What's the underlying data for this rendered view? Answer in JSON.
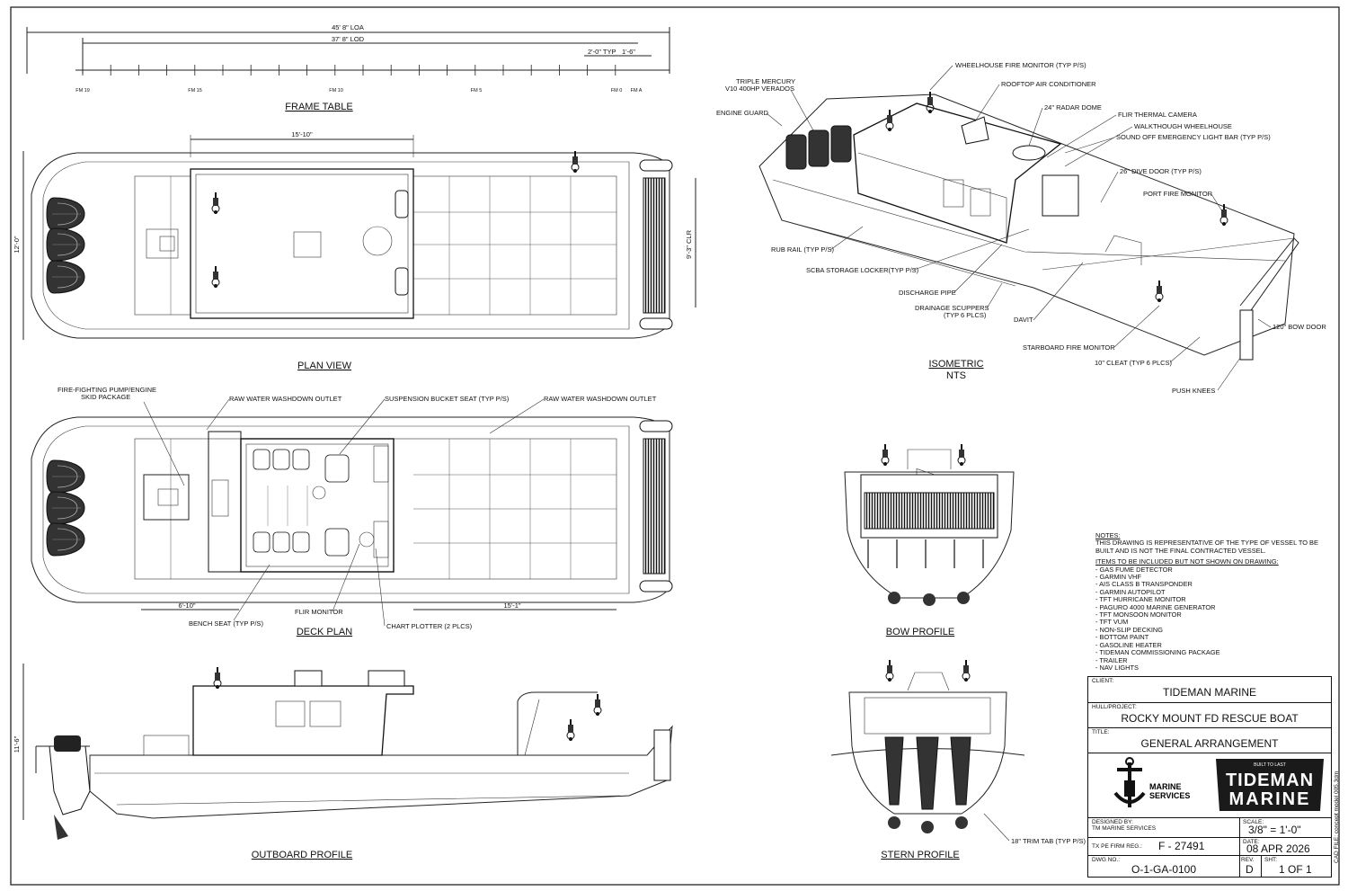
{
  "frame_table": {
    "title": "FRAME TABLE",
    "loa": "45' 8\" LOA",
    "lod": "37' 8\" LOD",
    "typ": "2'-0\" TYP",
    "dim_1_6": "1'-6\"",
    "frames": [
      "FM 19",
      "FM 15",
      "FM 10",
      "FM 5",
      "FM 0",
      "FM A"
    ]
  },
  "plan_view": {
    "title": "PLAN VIEW",
    "dim_top": "15'-10\"",
    "dim_left": "12'-0\"",
    "dim_right": "9'-3\" CLR"
  },
  "deck_plan": {
    "title": "DECK PLAN",
    "labels": {
      "pump": "FIRE-FIGHTING PUMP/ENGINE",
      "pump2": "SKID PACKAGE",
      "washdown1": "RAW WATER WASHDOWN OUTLET",
      "bucket": "SUSPENSION BUCKET SEAT (TYP P/S)",
      "washdown2": "RAW WATER WASHDOWN OUTLET",
      "bench": "BENCH SEAT (TYP P/S)",
      "flir": "FLIR MONITOR",
      "chart": "CHART PLOTTER (2 PLCS)"
    },
    "dim_left": "6'-10\"",
    "dim_right": "15'-1\""
  },
  "isometric": {
    "title": "ISOMETRIC",
    "subtitle": "NTS",
    "labels": {
      "triple1": "TRIPLE MERCURY",
      "triple2": "V10 400HP VERADOS",
      "engine_guard": "ENGINE GUARD",
      "wheelhouse_monitor": "WHEELHOUSE FIRE MONITOR (TYP P/S)",
      "air": "ROOFTOP AIR CONDITIONER",
      "radar": "24\" RADAR DOME",
      "flir_cam": "FLIR THERMAL CAMERA",
      "walk": "WALKTHOUGH WHEELHOUSE",
      "sound": "SOUND OFF EMERGENCY LIGHT BAR (TYP P/S)",
      "dive": "26\" DIVE DOOR (TYP P/S)",
      "port_monitor": "PORT FIRE MONITOR",
      "rub": "RUB RAIL (TYP P/S)",
      "scba": "SCBA STORAGE LOCKER(TYP P/S)",
      "discharge": "DISCHARGE PIPE",
      "scuppers1": "DRAINAGE SCUPPERS",
      "scuppers2": "(TYP 6 PLCS)",
      "davit": "DAVIT",
      "bow_door": "120\" BOW DOOR",
      "stbd_monitor": "STARBOARD FIRE MONITOR",
      "cleat": "10\" CLEAT (TYP 6 PLCS)",
      "push": "PUSH KNEES"
    }
  },
  "bow_profile": {
    "title": "BOW PROFILE"
  },
  "stern_profile": {
    "title": "STERN PROFILE",
    "trim": "18\" TRIM TAB (TYP P/S)"
  },
  "outboard_profile": {
    "title": "OUTBOARD PROFILE",
    "dim_height": "11'-6\""
  },
  "notes": {
    "heading": "NOTES:",
    "text": "THIS DRAWING IS REPRESENTATIVE OF THE TYPE OF VESSEL TO BE BUILT AND IS NOT THE FINAL CONTRACTED VESSEL.",
    "items_heading": "ITEMS TO BE INCLUDED BUT NOT SHOWN ON DRAWING:",
    "items": [
      "- GAS FUME DETECTOR",
      "- GARMIN VHF",
      "- AIS CLASS B TRANSPONDER",
      "- GARMIN AUTOPILOT",
      "- TFT HURRICANE MONITOR",
      "- PAGURO 4000 MARINE GENERATOR",
      "- TFT MONSOON MONITOR",
      "- TFT VUM",
      "- NON-SLIP DECKING",
      "- BOTTOM PAINT",
      "- GASOLINE HEATER",
      "- TIDEMAN COMMISSIONING PACKAGE",
      "- TRAILER",
      "- NAV LIGHTS"
    ]
  },
  "title_block": {
    "client_label": "CLIENT:",
    "client": "TIDEMAN MARINE",
    "hull_label": "HULL/PROJECT:",
    "hull": "ROCKY MOUNT FD RESCUE BOAT",
    "title_label": "TITLE:",
    "title": "GENERAL ARRANGEMENT",
    "logo_left_1": "MARINE",
    "logo_left_2": "SERVICES",
    "logo_right_tag": "BUILT TO LAST",
    "logo_right_1": "TIDEMAN",
    "logo_right_2": "MARINE",
    "designed_label": "DESIGNED BY:",
    "designed": "TM MARINE SERVICES",
    "pe_label": "TX PE FIRM REG.:",
    "pe": "F - 27491",
    "scale_label": "SCALE:",
    "scale": "3/8\" = 1'-0\"",
    "date_label": "DATE:",
    "date": "08 APR 2026",
    "dwg_label": "DWG NO.:",
    "dwg": "O-1-GA-0100",
    "rev_label": "REV.",
    "rev": "D",
    "sht_label": "SHT:",
    "sht": "1 OF 1",
    "cad": "CAD FILE: concept model 005.3dm"
  }
}
